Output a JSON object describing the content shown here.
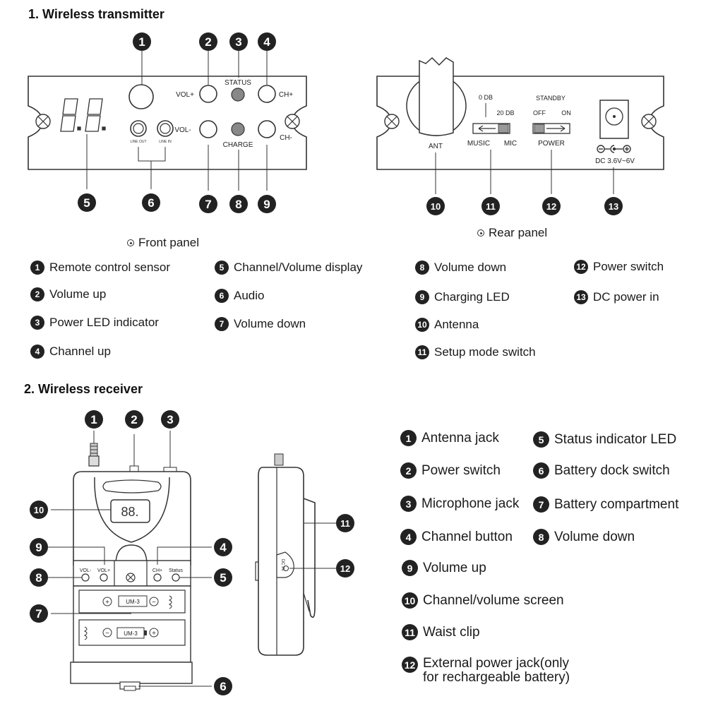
{
  "section1": {
    "title": "1. Wireless transmitter",
    "front_caption": "Front panel",
    "rear_caption": "Rear panel",
    "front_labels": {
      "vol_plus": "VOL+",
      "vol_minus": "VOL-",
      "status": "STATUS",
      "charge": "CHARGE",
      "ch_plus": "CH+",
      "ch_minus": "CH-",
      "line_out": "LINE OUT",
      "line_in": "LINE IN"
    },
    "rear_labels": {
      "ant": "ANT",
      "db0": "0 DB",
      "db20": "20 DB",
      "music": "MUSIC",
      "mic": "MIC",
      "standby": "STANDBY",
      "off": "OFF",
      "on": "ON",
      "power": "POWER",
      "dc": "DC 3.6V~6V"
    },
    "legend": [
      {
        "num": "1",
        "text": "Remote control sensor"
      },
      {
        "num": "2",
        "text": "Volume up"
      },
      {
        "num": "3",
        "text": "Power LED indicator"
      },
      {
        "num": "4",
        "text": "Channel up"
      },
      {
        "num": "5",
        "text": "Channel/Volume display"
      },
      {
        "num": "6",
        "text": "Audio"
      },
      {
        "num": "7",
        "text": "Volume down"
      },
      {
        "num": "8",
        "text": "Volume down"
      },
      {
        "num": "9",
        "text": "Charging LED"
      },
      {
        "num": "10",
        "text": "Antenna"
      },
      {
        "num": "11",
        "text": "Setup mode switch"
      },
      {
        "num": "12",
        "text": "Power switch"
      },
      {
        "num": "13",
        "text": "DC power in"
      }
    ]
  },
  "section2": {
    "title": "2. Wireless receiver",
    "device_labels": {
      "vol_minus": "VOL-",
      "vol_plus": "VOL+",
      "ch_plus": "CH+",
      "status": "Status",
      "um3": "UM-3",
      "display": "88.",
      "dc_in": "DC IN"
    },
    "legend": [
      {
        "num": "1",
        "text": "Antenna jack"
      },
      {
        "num": "2",
        "text": "Power switch"
      },
      {
        "num": "3",
        "text": "Microphone jack"
      },
      {
        "num": "4",
        "text": "Channel button"
      },
      {
        "num": "5",
        "text": "Status indicator LED"
      },
      {
        "num": "6",
        "text": "Battery dock switch"
      },
      {
        "num": "7",
        "text": "Battery compartment"
      },
      {
        "num": "8",
        "text": "Volume down"
      },
      {
        "num": "9",
        "text": "Volume up"
      },
      {
        "num": "10",
        "text": "Channel/volume screen"
      },
      {
        "num": "11",
        "text": "Waist clip"
      },
      {
        "num": "12",
        "text": "External power jack(only",
        "text2": "for rechargeable battery)"
      }
    ]
  },
  "callouts": [
    "1",
    "2",
    "3",
    "4",
    "5",
    "6",
    "7",
    "8",
    "9",
    "10",
    "11",
    "12",
    "13"
  ]
}
